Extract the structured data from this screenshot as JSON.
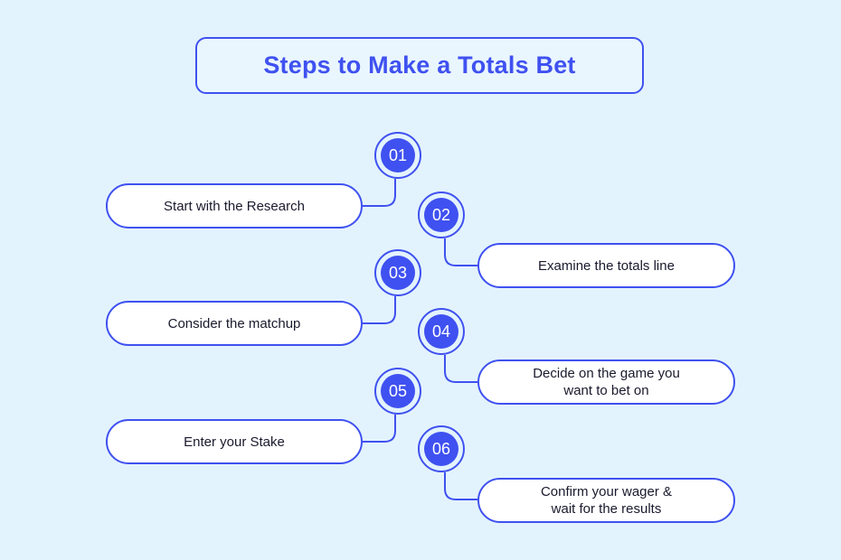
{
  "title": "Steps to Make a Totals Bet",
  "colors": {
    "accent": "#3f51f0",
    "background": "#e3f3fd",
    "pill_fill": "#ffffff"
  },
  "steps": [
    {
      "number": "01",
      "label": "Start with the Research"
    },
    {
      "number": "02",
      "label": "Examine the totals line"
    },
    {
      "number": "03",
      "label": "Consider the matchup"
    },
    {
      "number": "04",
      "label": "Decide on the game you\nwant to bet on"
    },
    {
      "number": "05",
      "label": "Enter your Stake"
    },
    {
      "number": "06",
      "label": "Confirm your wager &\nwait for the results"
    }
  ]
}
